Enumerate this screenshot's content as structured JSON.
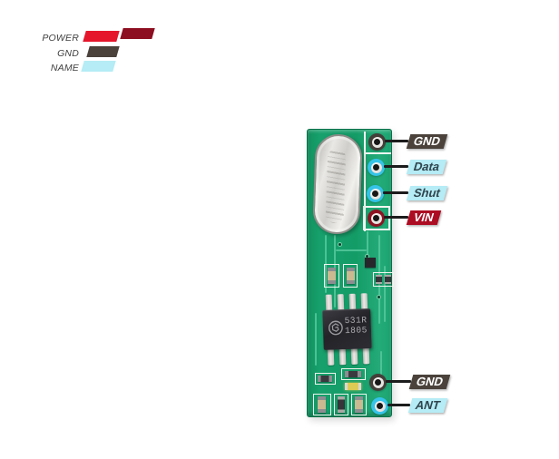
{
  "legend": {
    "rows": [
      {
        "label": "POWER"
      },
      {
        "label": "GND"
      },
      {
        "label": "NAME"
      }
    ]
  },
  "pins": {
    "top": [
      {
        "name": "GND",
        "type": "gnd"
      },
      {
        "name": "Data",
        "type": "name"
      },
      {
        "name": "Shut",
        "type": "name"
      },
      {
        "name": "VIN",
        "type": "power"
      }
    ],
    "bottom": [
      {
        "name": "GND",
        "type": "gnd"
      },
      {
        "name": "ANT",
        "type": "name"
      }
    ]
  },
  "ic": {
    "marking_line1": "531R",
    "marking_line2": "1805"
  },
  "colors": {
    "power_bright": "#e5162b",
    "power_dark": "#8c0e20",
    "gnd_dark": "#4a423b",
    "name_cyan": "#b5ecf5",
    "vin_red": "#ad0d23",
    "pin_ring_cyan": "#35c3e8",
    "pin_ring_gnd": "#443e39",
    "pin_ring_vin": "#8e1322",
    "pcb_green": "#149c67",
    "wire_black": "#1c1c1c"
  }
}
